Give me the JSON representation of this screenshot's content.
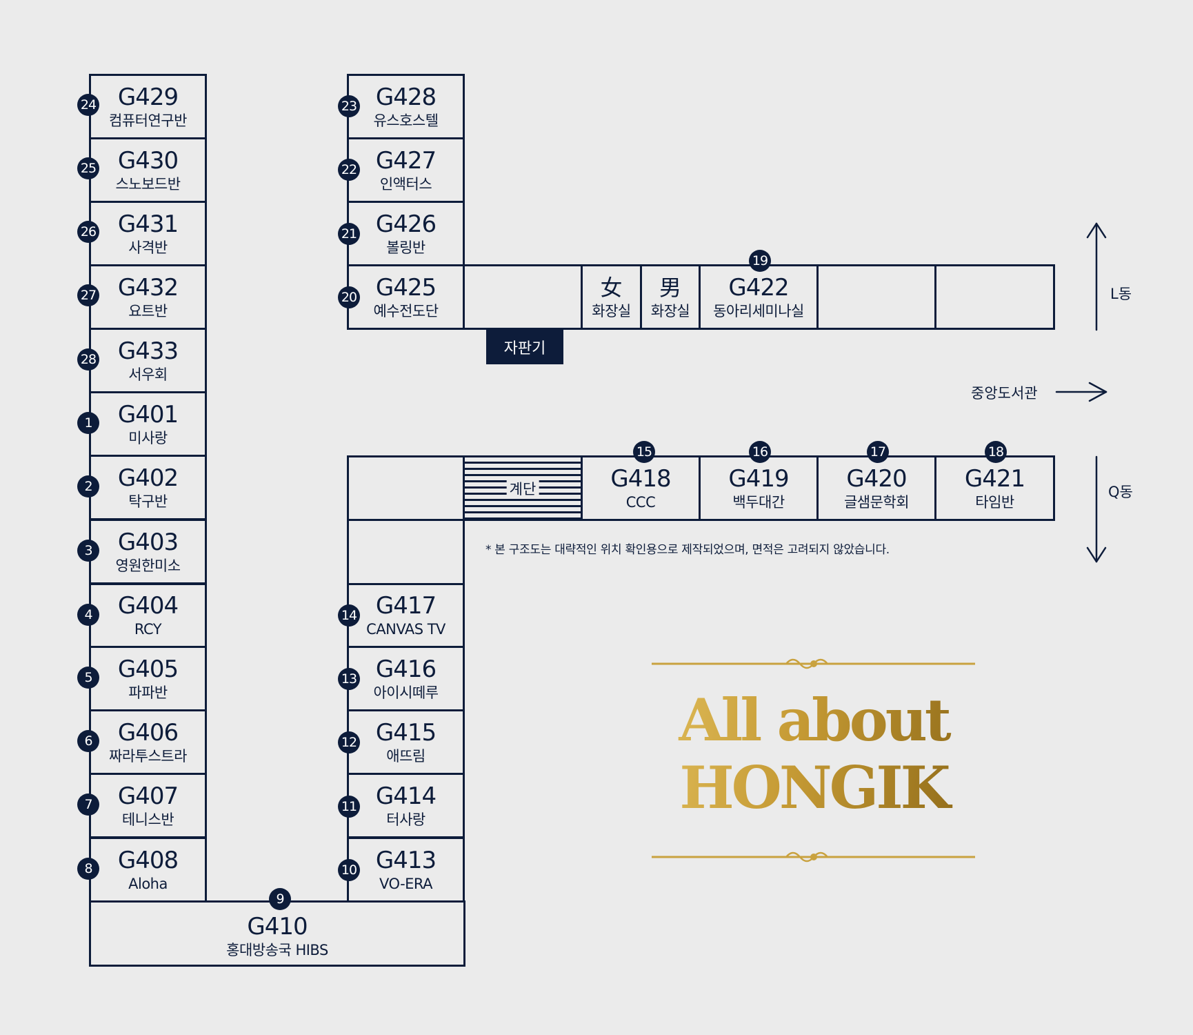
{
  "rooms": {
    "r_g429": {
      "code": "G429",
      "name": "컴퓨터연구반",
      "badge": "24"
    },
    "r_g430": {
      "code": "G430",
      "name": "스노보드반",
      "badge": "25"
    },
    "r_g431": {
      "code": "G431",
      "name": "사격반",
      "badge": "26"
    },
    "r_g432": {
      "code": "G432",
      "name": "요트반",
      "badge": "27"
    },
    "r_g433": {
      "code": "G433",
      "name": "서우회",
      "badge": "28"
    },
    "r_g401": {
      "code": "G401",
      "name": "미사랑",
      "badge": "1"
    },
    "r_g402": {
      "code": "G402",
      "name": "탁구반",
      "badge": "2"
    },
    "r_g403": {
      "code": "G403",
      "name": "영원한미소",
      "badge": "3"
    },
    "r_g404": {
      "code": "G404",
      "name": "RCY",
      "badge": "4"
    },
    "r_g405": {
      "code": "G405",
      "name": "파파반",
      "badge": "5"
    },
    "r_g406": {
      "code": "G406",
      "name": "짜라투스트라",
      "badge": "6"
    },
    "r_g407": {
      "code": "G407",
      "name": "테니스반",
      "badge": "7"
    },
    "r_g408": {
      "code": "G408",
      "name": "Aloha",
      "badge": "8"
    },
    "r_g410": {
      "code": "G410",
      "name": "홍대방송국 HIBS",
      "badge": "9"
    },
    "r_g428": {
      "code": "G428",
      "name": "유스호스텔",
      "badge": "23"
    },
    "r_g427": {
      "code": "G427",
      "name": "인액터스",
      "badge": "22"
    },
    "r_g426": {
      "code": "G426",
      "name": "볼링반",
      "badge": "21"
    },
    "r_g425": {
      "code": "G425",
      "name": "예수전도단",
      "badge": "20"
    },
    "r_g422": {
      "code": "G422",
      "name": "동아리세미나실",
      "badge": "19"
    },
    "r_g417": {
      "code": "G417",
      "name": "CANVAS TV",
      "badge": "14"
    },
    "r_g416": {
      "code": "G416",
      "name": "아이시떼루",
      "badge": "13"
    },
    "r_g415": {
      "code": "G415",
      "name": "애뜨림",
      "badge": "12"
    },
    "r_g414": {
      "code": "G414",
      "name": "터사랑",
      "badge": "11"
    },
    "r_g413": {
      "code": "G413",
      "name": "VO-ERA",
      "badge": "10"
    },
    "r_g418": {
      "code": "G418",
      "name": "CCC",
      "badge": "15"
    },
    "r_g419": {
      "code": "G419",
      "name": "백두대간",
      "badge": "16"
    },
    "r_g420": {
      "code": "G420",
      "name": "글샘문학회",
      "badge": "17"
    },
    "r_g421": {
      "code": "G421",
      "name": "타임반",
      "badge": "18"
    }
  },
  "restrooms": {
    "female": {
      "symbol": "女",
      "label": "화장실"
    },
    "male": {
      "symbol": "男",
      "label": "화장실"
    }
  },
  "facilities": {
    "vending": "자판기",
    "stairs": "계단"
  },
  "directions": {
    "l_building": "L동",
    "q_building": "Q동",
    "central_library": "중앙도서관"
  },
  "footnote": "* 본 구조도는 대략적인 위치 확인용으로 제작되었으며, 면적은 고려되지 않았습니다.",
  "title": {
    "line1": "All about",
    "line2": "HONGIK"
  },
  "colors": {
    "background": "#ebebeb",
    "navy": "#0d1c3a",
    "gold": "#c9a23f"
  }
}
